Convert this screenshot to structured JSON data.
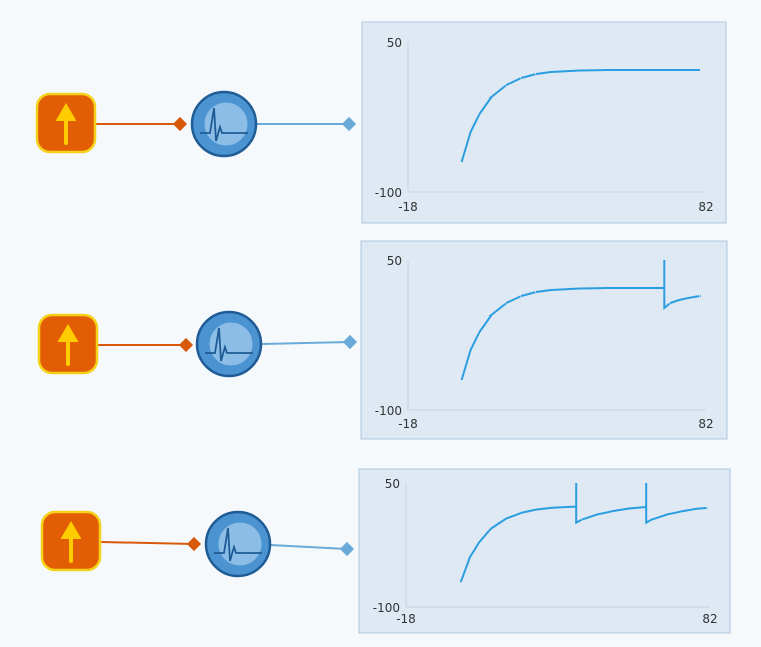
{
  "colors": {
    "background": "#f6f9fc",
    "source_fill": "#e25d03",
    "source_border": "#f5d21a",
    "source_arrow": "#ffcc00",
    "link_input": "#d9590a",
    "link_output": "#6aaad8",
    "neuron_outer": "#4b93d1",
    "neuron_inner": "#8bbde6",
    "neuron_border": "#1f5c96",
    "panel_fill": "#dfe9f4",
    "panel_border": "#a9c6de",
    "trace": "#2a9ee0",
    "axis": "#c5d3e0"
  },
  "icons": {
    "source": "up-arrow-icon",
    "neuron": "neuron-membrane-potential-icon"
  },
  "rows": [
    {
      "name": "row-1",
      "chart_data": {
        "type": "line",
        "title": "",
        "xlabel": "",
        "ylabel": "",
        "xlim": [
          -18,
          82
        ],
        "ylim": [
          -100,
          50
        ],
        "x_tick_labels": [
          "-18",
          "82"
        ],
        "y_tick_labels": [
          "50",
          "-100"
        ],
        "grid": false,
        "series": [
          {
            "x": [
              0,
              3,
              6,
              10,
              15,
              20,
              25,
              30,
              40,
              50,
              60,
              70,
              80
            ],
            "y": [
              -70,
              -40,
              -22,
              -5,
              7,
              14,
              18,
              20,
              21.5,
              22,
              22,
              22,
              22
            ]
          }
        ]
      }
    },
    {
      "name": "row-2",
      "chart_data": {
        "type": "line",
        "title": "",
        "xlabel": "",
        "ylabel": "",
        "xlim": [
          -18,
          82
        ],
        "ylim": [
          -100,
          50
        ],
        "x_tick_labels": [
          "-18",
          "82"
        ],
        "y_tick_labels": [
          "50",
          "-100"
        ],
        "grid": false,
        "series": [
          {
            "x": [
              0,
              3,
              6,
              10,
              15,
              20,
              25,
              30,
              40,
              50,
              60,
              68,
              68,
              68,
              70,
              73,
              76,
              80
            ],
            "y": [
              -70,
              -40,
              -22,
              -5,
              7,
              14,
              18,
              20,
              21.5,
              22,
              22,
              22,
              50,
              2,
              7,
              10,
              12,
              14
            ]
          }
        ]
      }
    },
    {
      "name": "row-3",
      "chart_data": {
        "type": "line",
        "title": "",
        "xlabel": "",
        "ylabel": "",
        "xlim": [
          -18,
          82
        ],
        "ylim": [
          -100,
          50
        ],
        "x_tick_labels": [
          "-18",
          "82"
        ],
        "y_tick_labels": [
          "50",
          "-100"
        ],
        "grid": false,
        "series": [
          {
            "x": [
              0,
              3,
              6,
              10,
              15,
              20,
              25,
              30,
              35,
              38,
              38,
              38,
              40,
              45,
              50,
              55,
              61,
              61,
              61,
              63,
              68,
              73,
              77,
              81
            ],
            "y": [
              -70,
              -40,
              -22,
              -5,
              7,
              14,
              18,
              20,
              21,
              21.5,
              50,
              2,
              6,
              12,
              16,
              19,
              21,
              50,
              2,
              6,
              12,
              16,
              18.5,
              20
            ]
          }
        ]
      }
    }
  ]
}
